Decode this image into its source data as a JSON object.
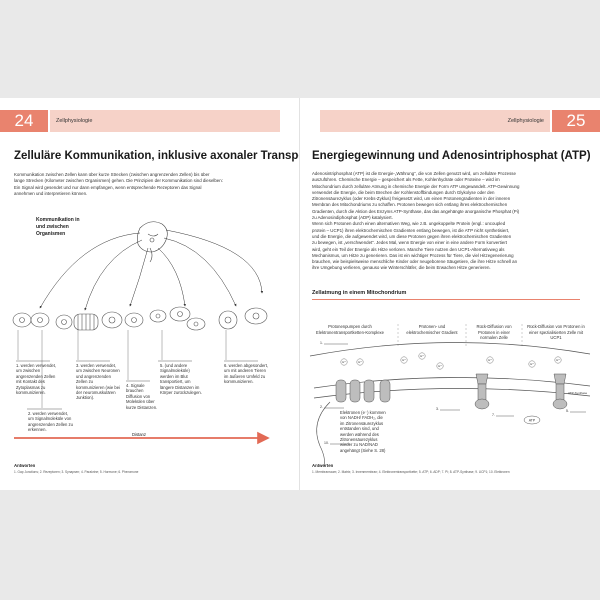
{
  "left_page": {
    "page_number": "24",
    "section": "Zellphysiologie",
    "title": "Zelluläre Kommunikation, inklusive axonaler Transport",
    "intro_lines": [
      "Kommunikation zwischen Zellen kann über kurze Strecken (zwischen angrenzenden Zellen) bis über",
      "lange Strecken (Kilometer zwischen Organismen) gehen. Die Prinzipien der Kommunikation sind dieselben:",
      "Ein Signal wird gesendet und nur dann empfangen, wenn entsprechende Rezeptoren das Signal",
      "annehmen und interpretieren können."
    ],
    "diagram_title": "Kommunikation in und zwischen Organismen",
    "captions": [
      {
        "num": "1.",
        "text": "werden verwendet, um zwischen angrenzenden Zellen mit Kontakt des Zytoplasmas zu kommunizieren."
      },
      {
        "num": "2.",
        "text": "werden verwendet, um Signalmoleküle von angrenzenden Zellen zu erkennen."
      },
      {
        "num": "3.",
        "text": "werden verwendet, um zwischen Neuronen und angrenzenden Zellen zu kommunizieren (wie bei der neuromuskulären Junktion)."
      },
      {
        "num": "4.",
        "text": "Signale brauchen Diffusion von Molekülen über kurze Distanzen."
      },
      {
        "num": "5.",
        "text": "(und andere Signalmoleküle) werden im Blut transportiert, um längere Distanzen im Körper zurückzulegen."
      },
      {
        "num": "6.",
        "text": "werden abgesondert, um mit anderen Tieren im äußeren Umfeld zu kommunizieren."
      }
    ],
    "distance_label": "Distanz",
    "answers_label": "Antworten",
    "answers_line": "1. Gap Junctions; 2. Rezeptoren; 3. Synapsen; 4. Parakrine; 5. Hormone; 6. Pheromone"
  },
  "right_page": {
    "page_number": "25",
    "section": "Zellphysiologie",
    "title": "Energiegewinnung und Adenosintriphosphat (ATP)",
    "paragraph_lines": [
      "Adenosintriphosphat (ATP) ist die Energie-„Währung“, die von Zellen genutzt wird, um zelluläre Prozesse",
      "auszuführen. Chemische Energie – gespeichert als Fette, Kohlenhydrate oder Proteine – wird im",
      "Mitochondrium durch zelluläre Atmung in chemische Energie der Form ATP umgewandelt. ATP-Gewinnung",
      "verwendet die Energie, die beim Brechen der Kohlenstoffbindungen durch Glykolyse oder den",
      "Zitronensäurezyklus (oder Krebs-Zyklus) freigesetzt wird, um einen Protonengradienten in der inneren",
      "Membran des Mitochondriums zu schaffen. Protonen bewegen sich entlang ihres elektrochemischen",
      "Gradienten, durch die Aktion des Enzyms ATP-Synthase, das das angehängte anorganische Phosphat (Pi)",
      "zu Adenosindiphosphat (ADP) katalysiert.",
      "   Wenn sich Protonen durch einen alternativen Weg, wie z.B. ungekoppelte Protein (engl.: uncoupled",
      "protein – UCP1) ihren elektrochemischen Gradienten entlang bewegen, ist die ATP nicht synthetisiert,",
      "und die Energie, die aufgewendet wird, um diese Protonen gegen ihren elektrochemischen Gradienten",
      "zu bewegen, ist „verschwendet“. Jedes Mal, wenn Energie von einer in eine andere Form konvertiert",
      "wird, geht ein Teil der Energie als Hitze verloren. Manche Tiere nutzen den UCP1-Alternativweg als",
      "Mechanismus, um Hitze zu generieren. Das ist ein wichtiger Prozess für Tiere, die viel Hitzegenerierung",
      "brauchen, wie beispielsweise menschliche Kinder oder neugeborene Säugetiere, die ihre Hitze schnell an",
      "ihre Umgebung verlieren, genauso wie Winterschläfer, die beim Erwachen Hitze generieren."
    ],
    "subsection_title": "Zellatmung in einem Mitochondrium",
    "column_heads": [
      "Protonenpumpen durch Elektronentransportketten-Komplexe",
      "Protonen- und elektrochemischer Gradient",
      "Rück-Diffusion von Protonen in einer normalen Zelle",
      "Rück-Diffusion von Protonen in einer spezialisierten Zelle mit UCP1"
    ],
    "diagram_labels": {
      "hplus": "H⁺",
      "atp_synthase": "ATP-Synthase",
      "atp": "ATP",
      "blanks": [
        "1.",
        "2.",
        "3.",
        "4.",
        "5.",
        "6.",
        "7.",
        "8.",
        "9.",
        "10."
      ],
      "electron_note": "Elektronen (e⁻) kommen von NADH/ FADH₂, die im Zitronensäurezyklus entstanden sind, und werden während des Zitronensäurezyklus wieder zu NAD/NAD angehängt (Siehe S. 28)"
    },
    "answers_label": "Antworten",
    "answers_line": "1. Membranraum; 2. Matrix; 3. Innenmembran; 4. Elektronentransportkette; 5. ATP; 6. ADP; 7. Pi; 8. ATP-Synthase; 9. UCP1; 10. Elektronen"
  },
  "colors": {
    "accent": "#e9836e",
    "accent_light": "#f6d2c8",
    "arrow": "#e26a55"
  }
}
